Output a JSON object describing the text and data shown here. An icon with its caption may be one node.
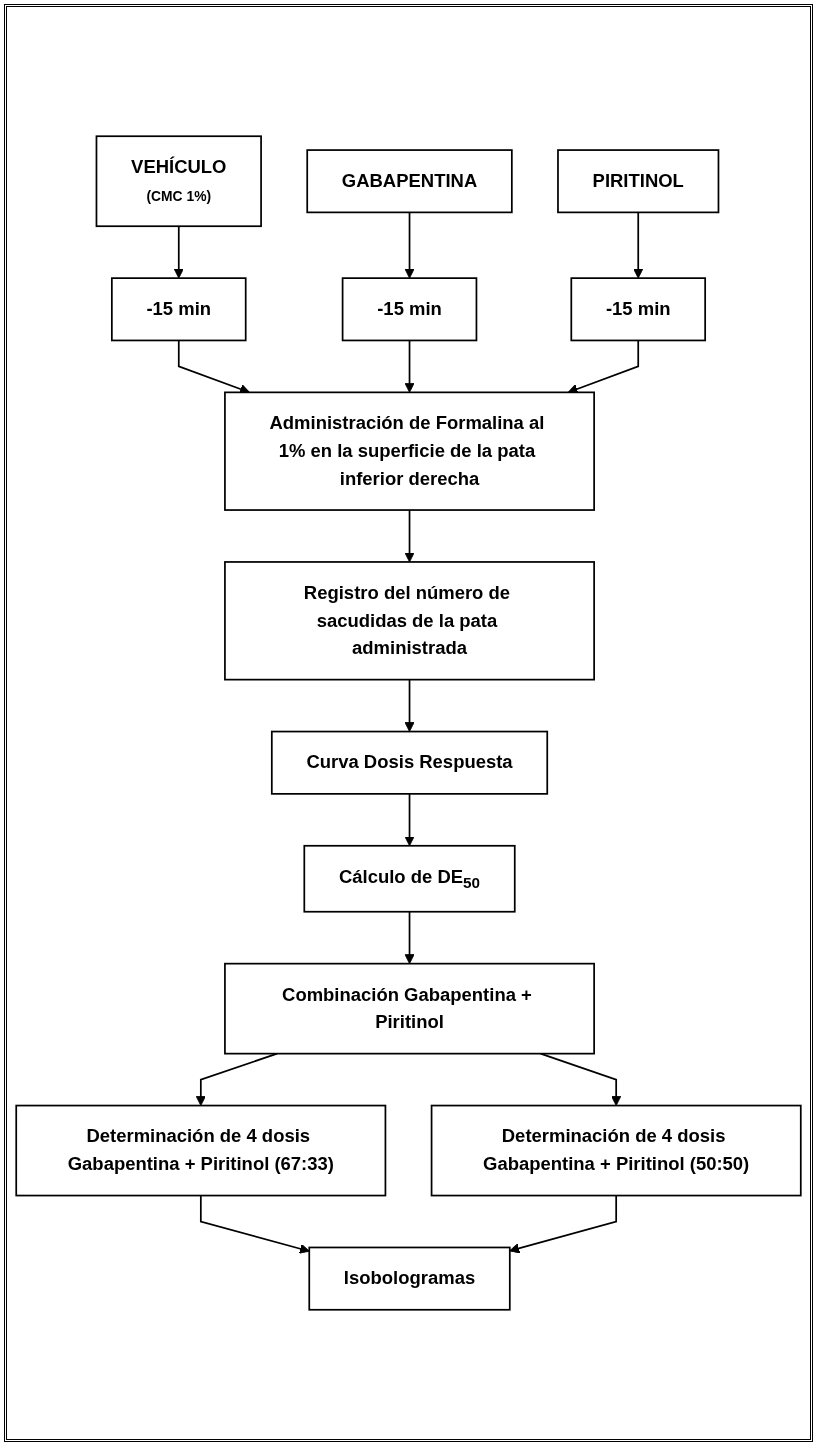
{
  "diagram": {
    "nodes": [
      {
        "text": [
          "VEHÍCULO",
          "(CMC 1%)"
        ]
      },
      {
        "text": [
          "GABAPENTINA"
        ]
      },
      {
        "text": [
          "PIRITINOL"
        ]
      },
      {
        "text": [
          "-15 min"
        ]
      },
      {
        "text": [
          "-15 min"
        ]
      },
      {
        "text": [
          "-15 min"
        ]
      },
      {
        "text": [
          "Administración de Formalina al 1% en la superficie de la pata inferior derecha"
        ]
      },
      {
        "text": [
          "Registro del número de sacudidas de la pata administrada"
        ]
      },
      {
        "text": [
          "Curva Dosis Respuesta"
        ]
      },
      {
        "text": [
          "Cálculo de DE$_{50}$"
        ]
      },
      {
        "text": [
          "Combinación Gabapentina + Piritinol"
        ]
      },
      {
        "text": [
          "Determinación de 4 dosis Gabapentina + Piritinol (67:33)"
        ]
      },
      {
        "text": [
          "Determinación de 4 dosis Gabapentina + Piritinol (50:50)"
        ]
      },
      {
        "text": [
          "Isobologramas"
        ]
      }
    ],
    "edges": [
      {
        "from": 0,
        "to": 3,
        "arrow": "to"
      },
      {
        "from": 1,
        "to": 4,
        "arrow": "to"
      },
      {
        "from": 2,
        "to": 5,
        "arrow": "to"
      },
      {
        "from": 3,
        "to": 6,
        "arrow": "to"
      },
      {
        "from": 4,
        "to": 6,
        "arrow": "to"
      },
      {
        "from": 5,
        "to": 6,
        "arrow": "to"
      },
      {
        "from": 6,
        "to": 7,
        "arrow": "to"
      },
      {
        "from": 7,
        "to": 8,
        "arrow": "to"
      },
      {
        "from": 8,
        "to": 9,
        "arrow": "to"
      },
      {
        "from": 9,
        "to": 10,
        "arrow": "to"
      },
      {
        "from": 10,
        "to": 11,
        "arrow": "to"
      },
      {
        "from": 10,
        "to": 12,
        "arrow": "to"
      },
      {
        "from": 11,
        "to": 13,
        "arrow": "to"
      },
      {
        "from": 12,
        "to": 13,
        "arrow": "to"
      }
    ]
  }
}
